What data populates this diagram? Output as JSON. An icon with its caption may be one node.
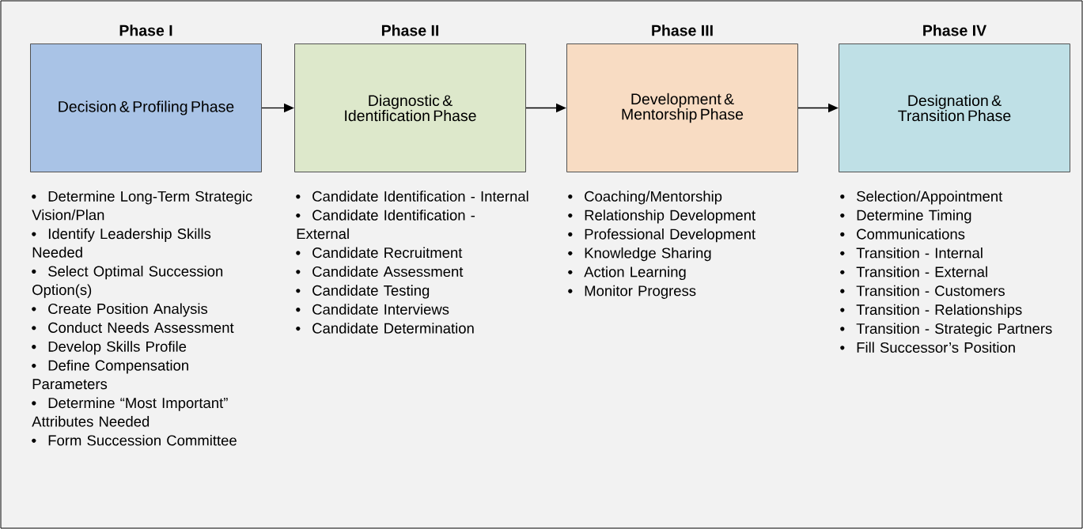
{
  "diagram": {
    "nodes": [
      {
        "text": [
          "Phase I",
          "Decision & Profiling Phase"
        ],
        "beside": [
          "Determine Long-Term Strategic Vision/Plan",
          "Identify Leadership Skills Needed",
          "Select Optimal Succession Option(s)",
          "Create Position Analysis",
          "Conduct Needs Assessment",
          "Develop Skills Profile",
          "Define Compensation Parameters",
          "Determine “Most Important” Attributes Needed",
          "Form Succession Committee"
        ]
      },
      {
        "text": [
          "Phase II",
          "Diagnostic & Identification Phase"
        ],
        "beside": [
          "Candidate Identification - Internal",
          "Candidate Identification - External",
          "Candidate Recruitment",
          "Candidate Assessment",
          "Candidate Testing",
          "Candidate Interviews",
          "Candidate Determination"
        ]
      },
      {
        "text": [
          "Phase III",
          "Development & Mentorship Phase"
        ],
        "beside": [
          "Coaching/Mentorship",
          "Relationship Development",
          "Professional Development",
          "Knowledge Sharing",
          "Action Learning",
          "Monitor Progress"
        ]
      },
      {
        "text": [
          "Phase IV",
          "Designation & Transition Phase"
        ],
        "beside": [
          "Selection/Appointment",
          "Determine Timing",
          "Communications",
          "Transition - Internal",
          "Transition - External",
          "Transition - Customers",
          "Transition - Relationships",
          "Transition - Strategic Partners",
          "Fill Successor’s Position"
        ]
      }
    ],
    "edges": [
      {
        "from": 0,
        "to": 1,
        "arrow": "to"
      },
      {
        "from": 1,
        "to": 2,
        "arrow": "to"
      },
      {
        "from": 2,
        "to": 3,
        "arrow": "to"
      }
    ]
  }
}
